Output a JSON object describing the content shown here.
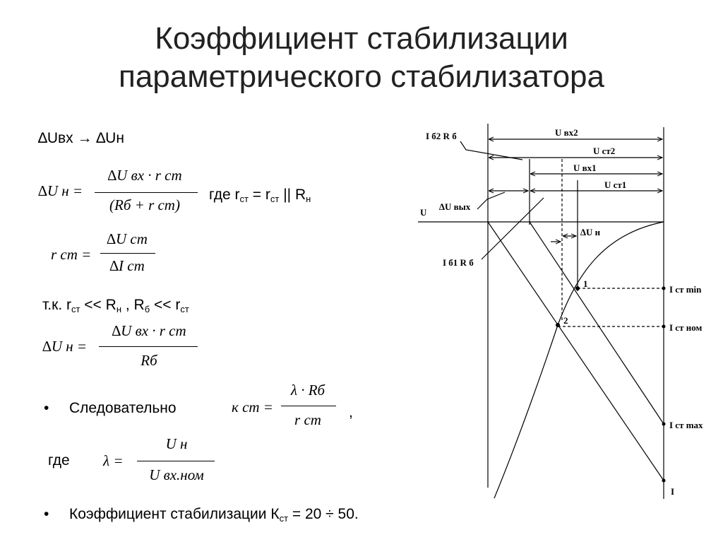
{
  "title": {
    "line1": "Коэффициент стабилизации",
    "line2": "параметрического стабилизатора"
  },
  "lines": {
    "delta_relation": "∆Uвх → ∆Uн",
    "where_rst": "где r",
    "where_rst_sub1": "ст",
    "where_rst_mid": " = r",
    "where_rst_sub2": "ст",
    "where_rst_par": " || R",
    "where_rst_sub3": "н",
    "tk_prefix": "т.к. r",
    "tk_sub1": "ст",
    "tk_mid": " << R",
    "tk_sub2": "н",
    "tk_sep": " ,  R",
    "tk_sub3": "б",
    "tk_mid2": " << r",
    "tk_sub4": "ст",
    "bullet": "•",
    "consequently": "Следовательно",
    "comma": ",",
    "where": "где",
    "coef_prefix": "Коэффициент стабилизации К",
    "coef_sub": "ст",
    "coef_suffix": " = 20 ÷ 50."
  },
  "formulas": {
    "f1": {
      "lhs": "∆U н =",
      "num": "∆U вх · r ст",
      "den": "(Rб + r ст)"
    },
    "f2": {
      "lhs": "r ст =",
      "num": "∆U ст",
      "den": "∆I ст"
    },
    "f3": {
      "lhs": "∆U н =",
      "num": "∆U вх · r ст",
      "den": "Rб"
    },
    "f4": {
      "lhs": "к ст =",
      "num": "λ · Rб",
      "den": "r ст"
    },
    "f5": {
      "lhs": "λ =",
      "num": "U н",
      "den": "U вх.ном"
    }
  },
  "graph": {
    "labels": {
      "ib2rb": "I б2 R б",
      "uvx2": "U вх2",
      "ust2": "U ст2",
      "uvx1": "U вх1",
      "ust1": "U ст1",
      "duvyx": "∆U вых",
      "u_axis": "U",
      "dun": "∆U н",
      "ib1rb": "I б1 R б",
      "pt1": "1",
      "pt2": "2",
      "ist_min": "I ст min",
      "ist_nom": "I ст ном",
      "ist_max": "I ст max",
      "i_axis": "I"
    }
  }
}
